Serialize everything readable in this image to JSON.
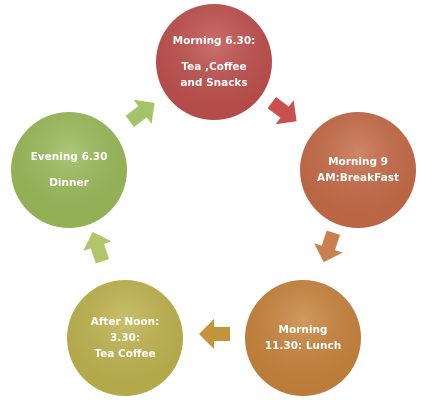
{
  "nodes": [
    {
      "id": "morning-630",
      "lines": [
        "Morning 6.30:",
        "",
        "Tea ,Coffee",
        "and Snacks"
      ],
      "color": "#c0504d"
    },
    {
      "id": "morning-9",
      "lines": [
        "Morning 9",
        "AM:BreakFast"
      ],
      "color": "#c66b47"
    },
    {
      "id": "morning-1130",
      "lines": [
        "Morning",
        "11.30: Lunch"
      ],
      "color": "#c9843c"
    },
    {
      "id": "afternoon-330",
      "lines": [
        "After Noon:",
        "3.30:",
        "Tea Coffee"
      ],
      "color": "#bfb44e"
    },
    {
      "id": "evening-630",
      "lines": [
        "Evening 6.30",
        "",
        "Dinner"
      ],
      "color": "#9bbb59"
    }
  ],
  "arrows": [
    {
      "id": "arrow-1-to-2",
      "color": "#c8514e"
    },
    {
      "id": "arrow-2-to-3",
      "color": "#c8804f"
    },
    {
      "id": "arrow-3-to-4",
      "color": "#c4943c"
    },
    {
      "id": "arrow-4-to-5",
      "color": "#b4c46a"
    },
    {
      "id": "arrow-5-to-1",
      "color": "#a3c468"
    }
  ]
}
